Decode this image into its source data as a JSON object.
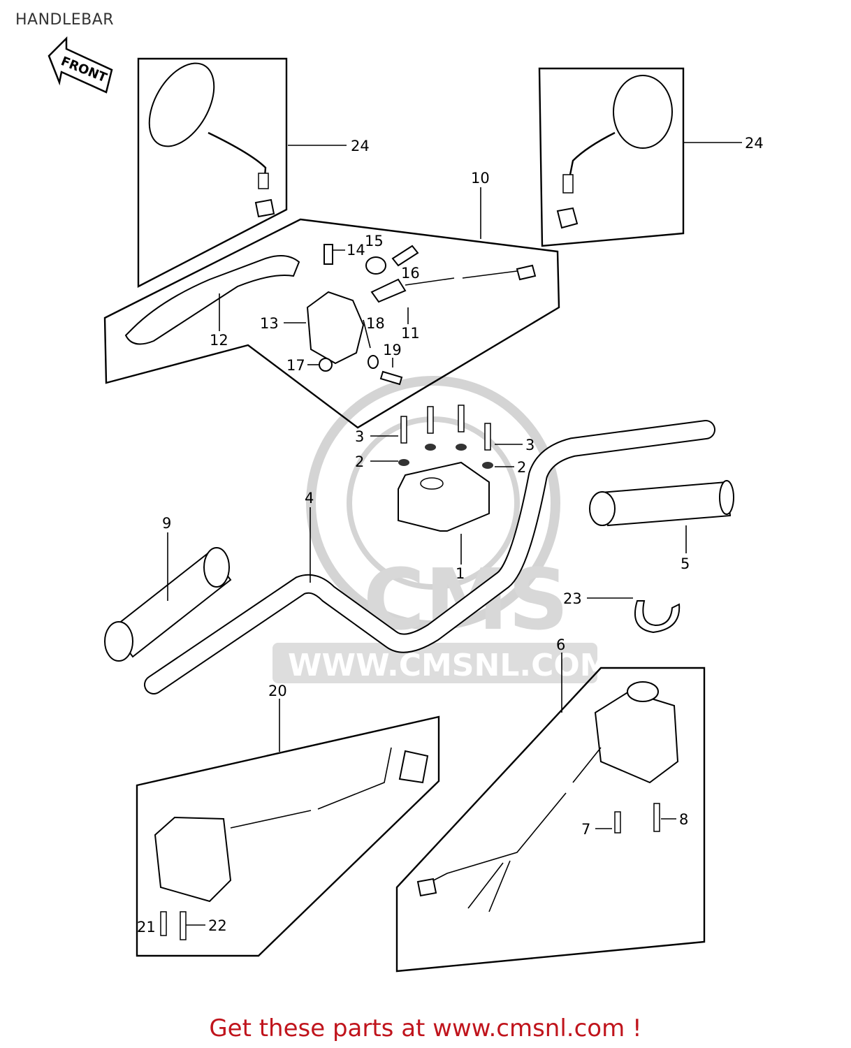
{
  "title": "HANDLEBAR",
  "front_arrow": "FRONT",
  "watermark": {
    "logo": "CMS",
    "url": "WWW.CMSNL.COM"
  },
  "callouts": {
    "c1": "1",
    "c2a": "2",
    "c2b": "2",
    "c3a": "3",
    "c3b": "3",
    "c4": "4",
    "c5": "5",
    "c6": "6",
    "c7": "7",
    "c8": "8",
    "c9": "9",
    "c10": "10",
    "c11": "11",
    "c12": "12",
    "c13": "13",
    "c14": "14",
    "c15": "15",
    "c16": "16",
    "c17": "17",
    "c18": "18",
    "c19": "19",
    "c20": "20",
    "c21": "21",
    "c22": "22",
    "c23": "23",
    "c24a": "24",
    "c24b": "24"
  },
  "footer_text": "Get these parts at www.cmsnl.com !"
}
